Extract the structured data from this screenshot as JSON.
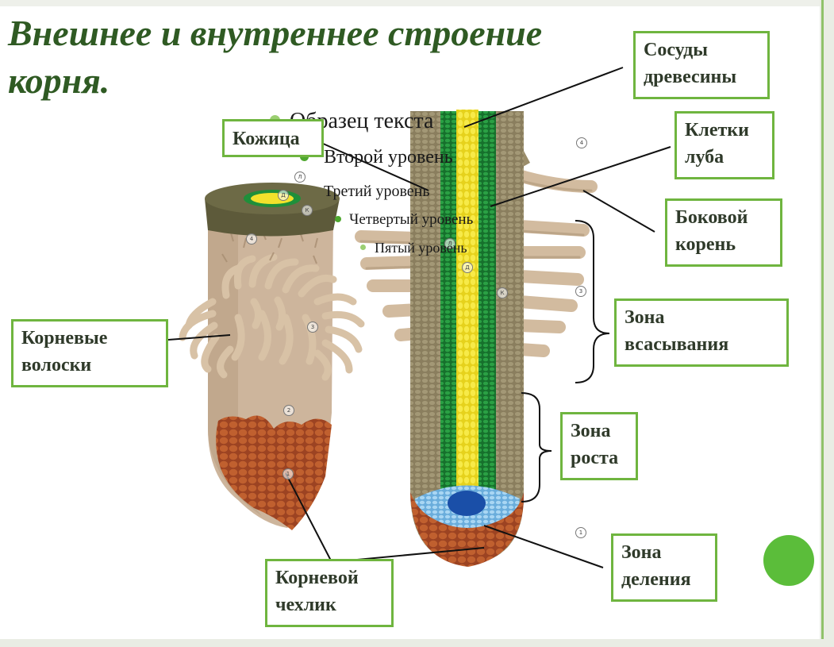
{
  "title": "Внешнее и внутреннее строение корня.",
  "placeholder_levels": [
    "Образец текста",
    "Второй уровень",
    "Третий уровень",
    "Четвертый уровень",
    "Пятый уровень"
  ],
  "labels": {
    "skin": [
      "Кожица"
    ],
    "xylem": [
      "Сосуды",
      "древесины"
    ],
    "phloem": [
      "Клетки",
      "луба"
    ],
    "lateral_root": [
      "Боковой",
      "корень"
    ],
    "root_hairs": [
      "Корневые",
      "волоски"
    ],
    "absorption_zone": [
      "Зона",
      "всасывания"
    ],
    "growth_zone": [
      "Зона",
      "роста"
    ],
    "root_cap": [
      "Корневой",
      "чехлик"
    ],
    "division_zone": [
      "Зона",
      "деления"
    ]
  },
  "markers": {
    "exterior": [
      "Л",
      "Д",
      "К",
      "4",
      "3",
      "2",
      "1"
    ],
    "section": [
      "4",
      "Л",
      "Д",
      "К",
      "3",
      "1"
    ]
  },
  "colors": {
    "accent_green": "#6fb53f",
    "title_green": "#2f5a23",
    "xylem_yellow": "#f2e12c",
    "phloem_green": "#1f8f3a",
    "root_tan": "#cdb59c",
    "root_cap_brown": "#b4542c",
    "division_blue": "#7fbde6",
    "meristem_blue": "#1a4fa8"
  }
}
